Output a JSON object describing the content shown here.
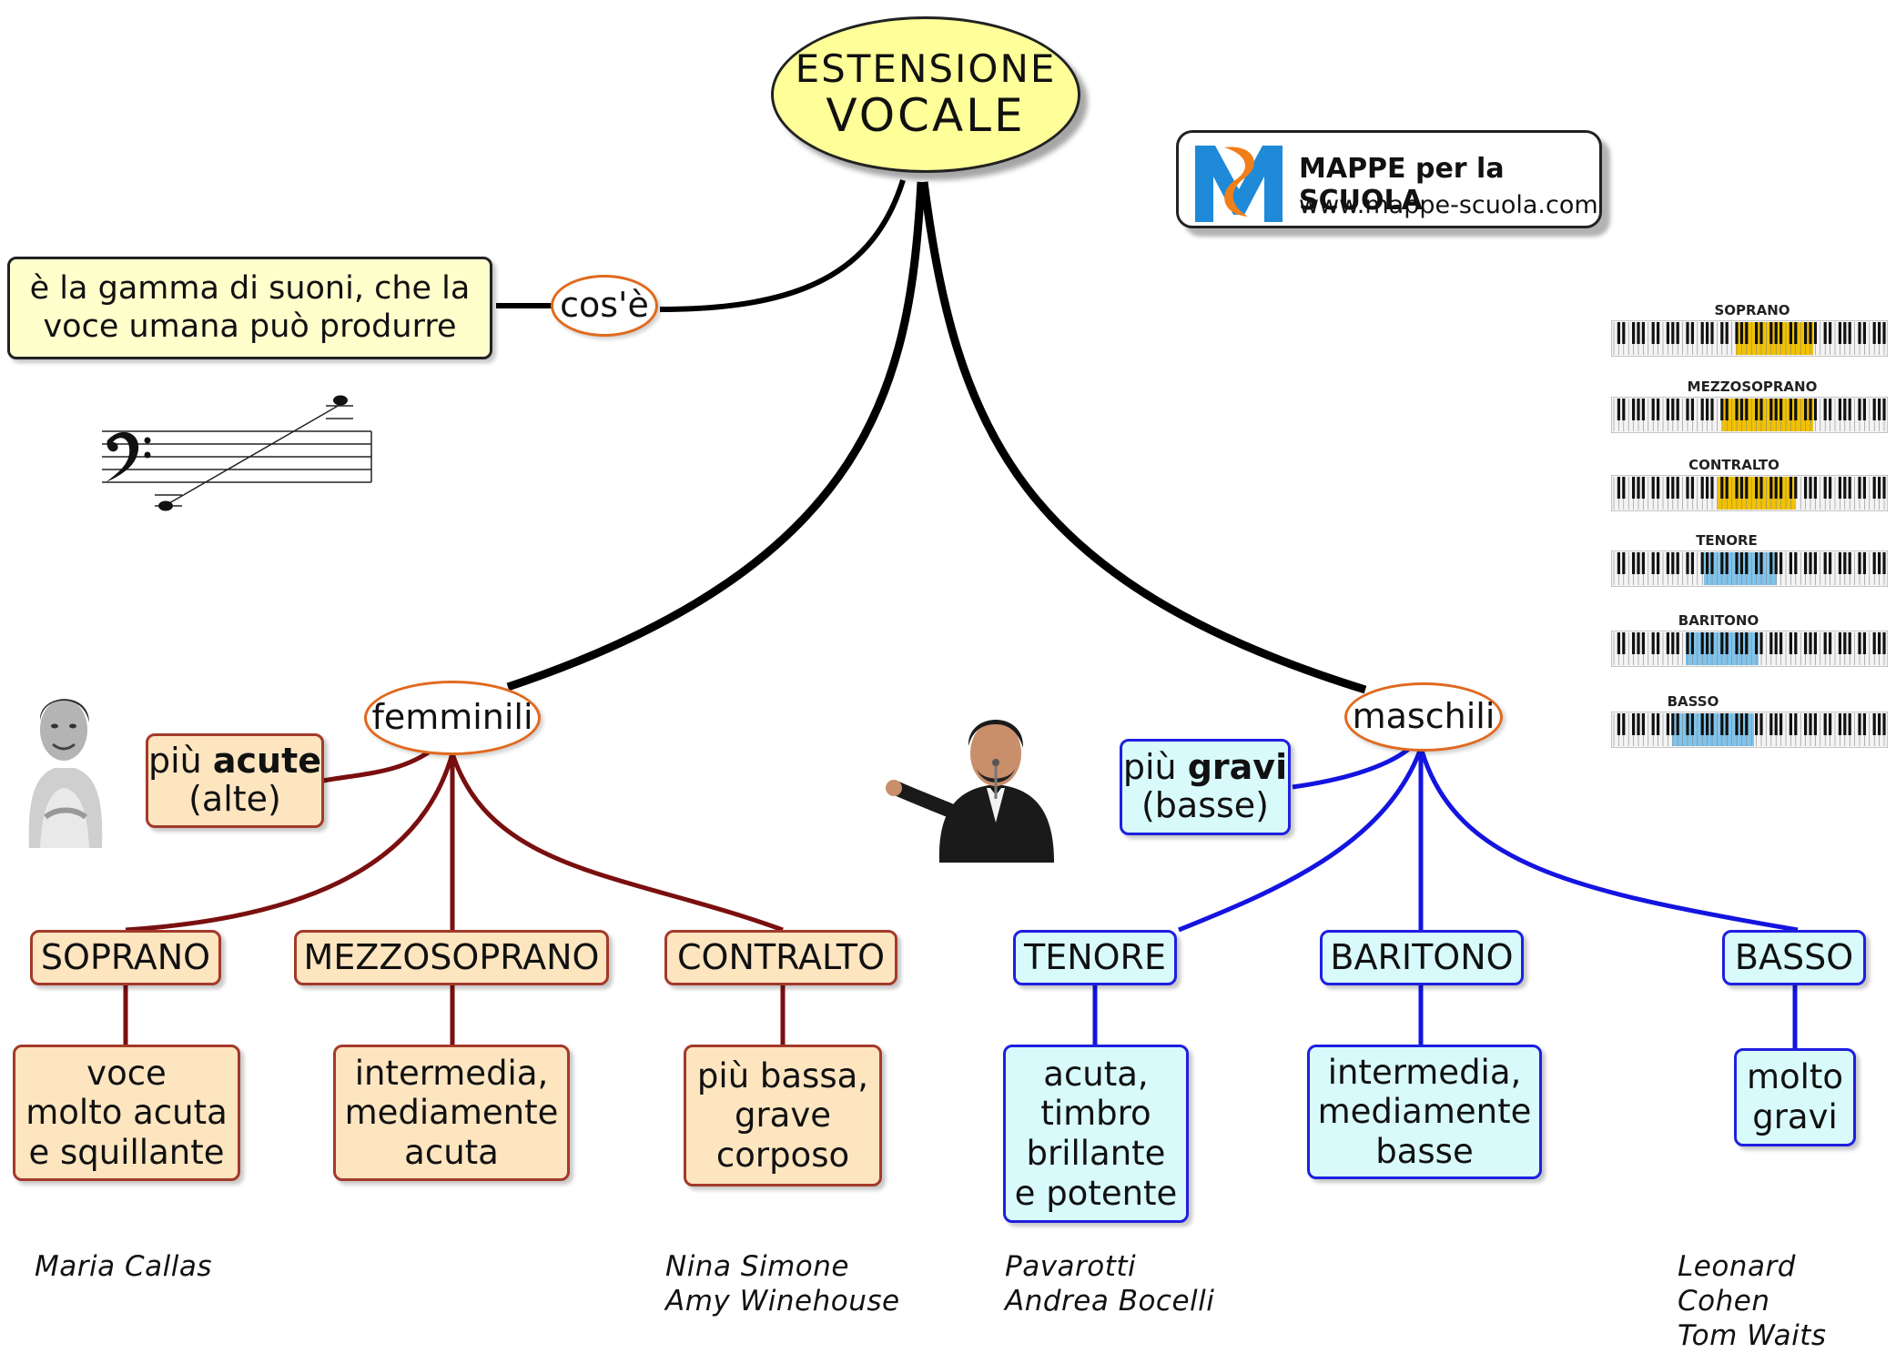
{
  "title": {
    "line1": "ESTENSIONE",
    "line2": "VOCALE"
  },
  "definition": {
    "link": "cos'è",
    "text": "è la gamma di suoni, che la\nvoce umana può produrre"
  },
  "logo": {
    "name": "MAPPE per la SCUOLA",
    "url": "www.mappe-scuola.com"
  },
  "colors": {
    "female_line": "#7a0f0f",
    "male_line": "#1414e0",
    "female_box": "#fde5c0",
    "male_box": "#d8fafa",
    "highlight_female": "#f2c200",
    "highlight_male": "#7fc4ec"
  },
  "female": {
    "label": "femminili",
    "note_pre": "più ",
    "note_bold": "acute",
    "note_post": "(alte)",
    "types": [
      {
        "name": "SOPRANO",
        "desc": "voce\nmolto acuta\ne squillante"
      },
      {
        "name": "MEZZOSOPRANO",
        "desc": "intermedia,\nmediamente\nacuta"
      },
      {
        "name": "CONTRALTO",
        "desc": "più bassa,\ngrave\ncorposo"
      }
    ],
    "singers": [
      "Maria Callas",
      "Nina Simone\nAmy Winehouse"
    ]
  },
  "male": {
    "label": "maschili",
    "note_pre": "più ",
    "note_bold": "gravi",
    "note_post": "(basse)",
    "types": [
      {
        "name": "TENORE",
        "desc": "acuta,\ntimbro\nbrillante\ne potente"
      },
      {
        "name": "BARITONO",
        "desc": "intermedia,\nmediamente\nbasse"
      },
      {
        "name": "BASSO",
        "desc": "molto\ngravi"
      }
    ],
    "singers": [
      "Pavarotti\nAndrea Bocelli",
      "Leonard Cohen\nTom Waits"
    ]
  },
  "keyboards": [
    {
      "label": "SOPRANO",
      "kind": "female"
    },
    {
      "label": "MEZZOSOPRANO",
      "kind": "female"
    },
    {
      "label": "CONTRALTO",
      "kind": "female"
    },
    {
      "label": "TENORE",
      "kind": "male"
    },
    {
      "label": "BARITONO",
      "kind": "male"
    },
    {
      "label": "BASSO",
      "kind": "male"
    }
  ],
  "icons": [
    "bass-clef-staff-icon",
    "singer-photo-female",
    "singer-photo-male",
    "mappe-scuola-logo-icon"
  ]
}
